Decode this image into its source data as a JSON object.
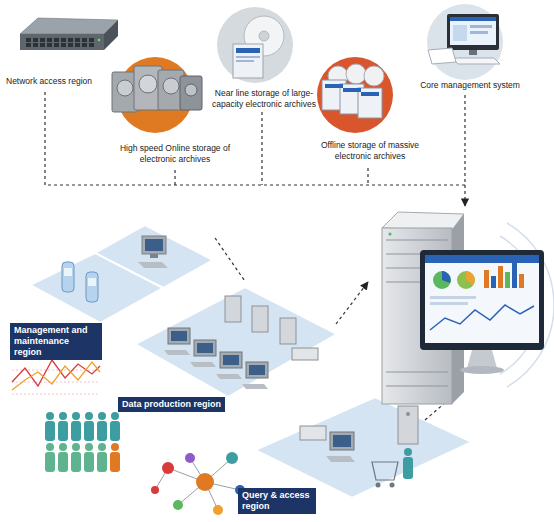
{
  "diagram": {
    "nodes": [
      {
        "text": [
          "Network access region"
        ]
      },
      {
        "text": [
          "High speed Online storage of electronic archives"
        ]
      },
      {
        "text": [
          "Near line storage of large-capacity electronic archives"
        ]
      },
      {
        "text": [
          "Offline storage of massive electronic archives"
        ]
      },
      {
        "text": [
          "Core management system"
        ]
      },
      {
        "text": [
          "Management and maintenance region"
        ]
      },
      {
        "text": [
          "Data production region"
        ]
      },
      {
        "text": [
          "Query & access region"
        ]
      }
    ],
    "edges": [
      {
        "from": 5,
        "to": 6,
        "arrow": "none"
      }
    ]
  }
}
